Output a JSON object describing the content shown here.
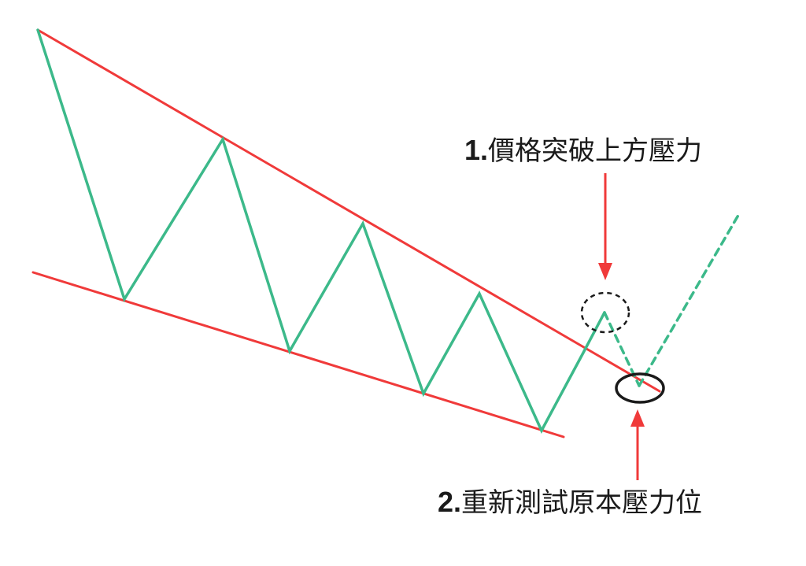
{
  "diagram": {
    "type": "falling-wedge-breakout",
    "colors": {
      "trendline": "#f03a3a",
      "price_path": "#3cb98a",
      "arrow": "#f03a3a",
      "marker": "#1a1a1a",
      "text": "#1a1a1a"
    },
    "labels": {
      "breakout": {
        "number": "1.",
        "text": "價格突破上方壓力"
      },
      "retest": {
        "number": "2.",
        "text": "重新測試原本壓力位"
      }
    }
  }
}
